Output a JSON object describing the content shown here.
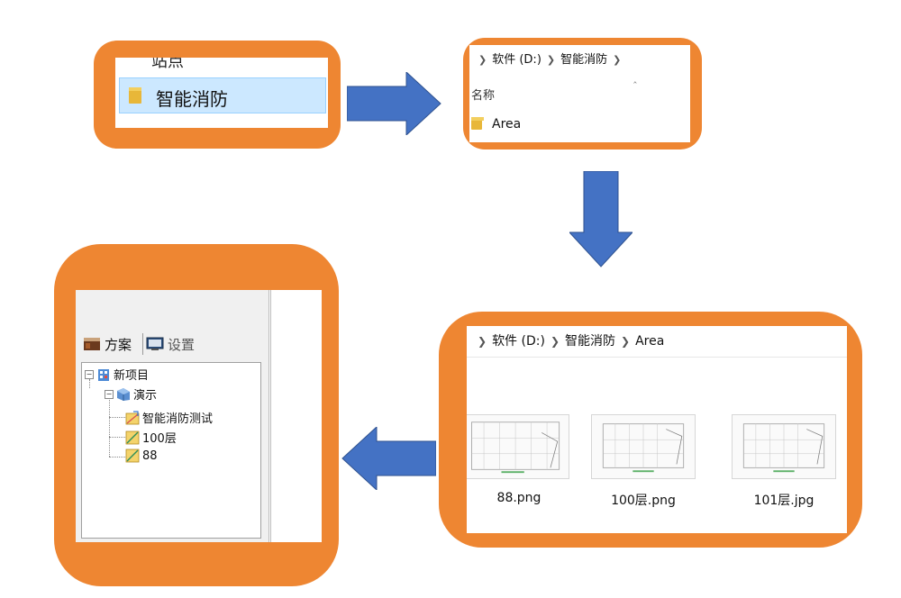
{
  "step1": {
    "partial_label": "站点",
    "selected_folder": "智能消防"
  },
  "step2": {
    "breadcrumb": [
      "软件 (D:)",
      "智能消防"
    ],
    "column_header": "名称",
    "sort_icon": "chevron-up-icon",
    "folder": "Area"
  },
  "step3": {
    "breadcrumb": [
      "软件 (D:)",
      "智能消防",
      "Area"
    ],
    "files": [
      "88.png",
      "100层.png",
      "101层.jpg"
    ]
  },
  "step4": {
    "tabs": [
      "方案",
      "设置"
    ],
    "tree": {
      "root": "新项目",
      "child": "演示",
      "leaves": [
        "智能消防测试",
        "100层",
        "88"
      ]
    }
  },
  "colors": {
    "frame": "#ee8632",
    "arrow": "#4472c4",
    "selection": "#cce8ff",
    "folder": "#e8b739"
  }
}
